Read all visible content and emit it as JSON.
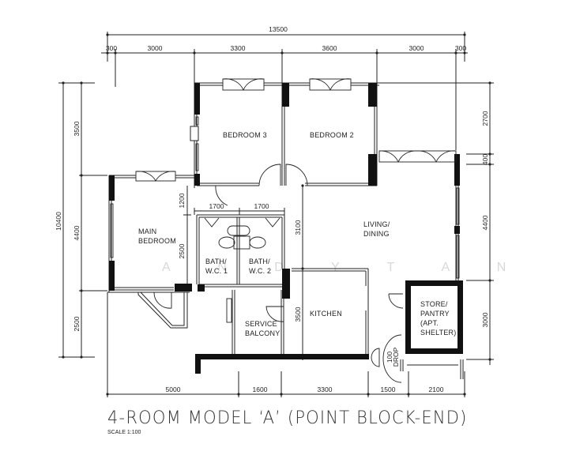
{
  "plan": {
    "title": "4-ROOM MODEL ‘A’ (POINT BLOCK-END)",
    "scale": "SCALE  1:100",
    "watermark": "A N D Y T A N"
  },
  "dimensions": {
    "top_overall": "13500",
    "top": [
      "300",
      "3000",
      "3300",
      "3600",
      "3000",
      "300"
    ],
    "bottom": [
      "5000",
      "1600",
      "3300",
      "1500",
      "2100"
    ],
    "left_overall": "10400",
    "left": [
      "3500",
      "4400",
      "2500"
    ],
    "right": [
      "2700",
      "400",
      "4400",
      "3000"
    ],
    "internal": {
      "bath1_width": "1700",
      "bath2_width": "1700",
      "main_bed_upper": "1200",
      "bath_height": "2500",
      "living_depth": "3100",
      "kitchen_depth": "3500"
    }
  },
  "rooms": {
    "bedroom3": "BEDROOM 3",
    "bedroom2": "BEDROOM 2",
    "main_bedroom_1": "MAIN",
    "main_bedroom_2": "BEDROOM",
    "living_1": "LIVING/",
    "living_2": "DINING",
    "bath1_1": "BATH/",
    "bath1_2": "W.C. 1",
    "bath2_1": "BATH/",
    "bath2_2": "W.C. 2",
    "service_1": "SERVICE",
    "service_2": "BALCONY",
    "kitchen": "KITCHEN",
    "store_1": "STORE/",
    "store_2": "PANTRY",
    "store_3": "(APT.",
    "store_4": "SHELTER)",
    "drop_1": "100",
    "drop_2": "DROP"
  }
}
